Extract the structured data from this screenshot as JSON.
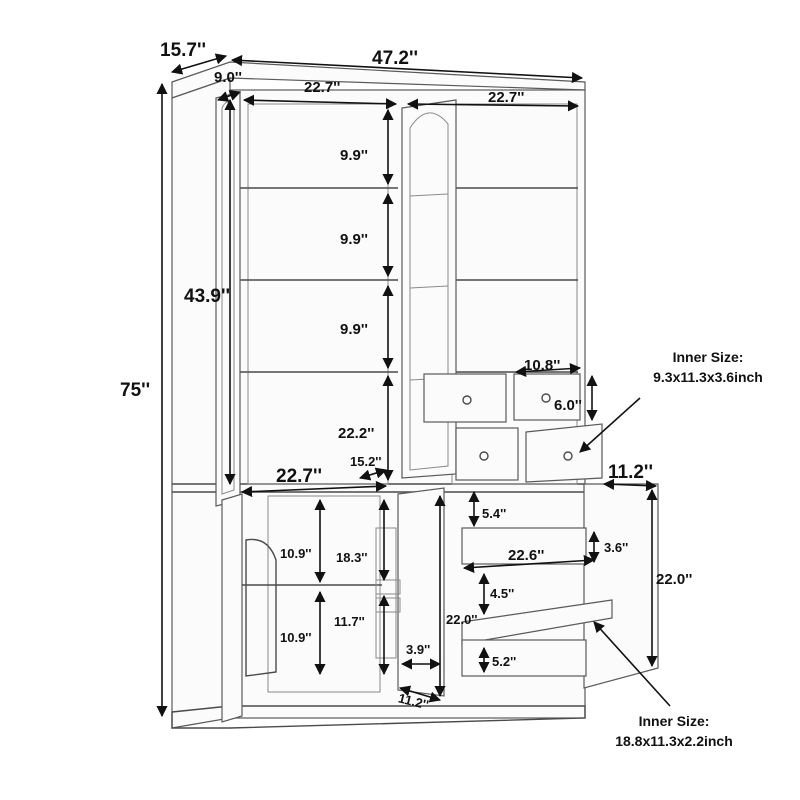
{
  "dimensions": {
    "depth_top": "15.7''",
    "width_total": "47.2''",
    "door_depth": "9.0''",
    "upper_left_width": "22.7''",
    "upper_right_width": "22.7''",
    "shelf_1": "9.9''",
    "shelf_2": "9.9''",
    "shelf_3": "9.9''",
    "upper_height": "43.9''",
    "total_height": "75''",
    "drawer_width": "10.8''",
    "drawer_height": "6.0''",
    "lower_shelf_height": "22.2''",
    "lower_shelf_depth": "15.2''",
    "lower_width": "22.7''",
    "right_cabinet_depth": "11.2''",
    "lower_left_top": "10.9''",
    "lower_left_bottom": "10.9''",
    "lower_mid_top": "18.3''",
    "lower_mid_bottom": "11.7''",
    "lower_door_height": "22.0''",
    "lower_door_depth": "3.9''",
    "lower_depth": "11.2''",
    "drawer_gap_top": "5.4''",
    "big_drawer_width": "22.6''",
    "big_drawer_height": "3.6''",
    "drawer_gap_mid": "4.5''",
    "drawer_gap_bottom": "5.2''",
    "right_door_height": "22.0''"
  },
  "inner_size_top": {
    "label": "Inner Size:",
    "value": "9.3x11.3x3.6inch"
  },
  "inner_size_bottom": {
    "label": "Inner Size:",
    "value": "18.8x11.3x2.2inch"
  }
}
